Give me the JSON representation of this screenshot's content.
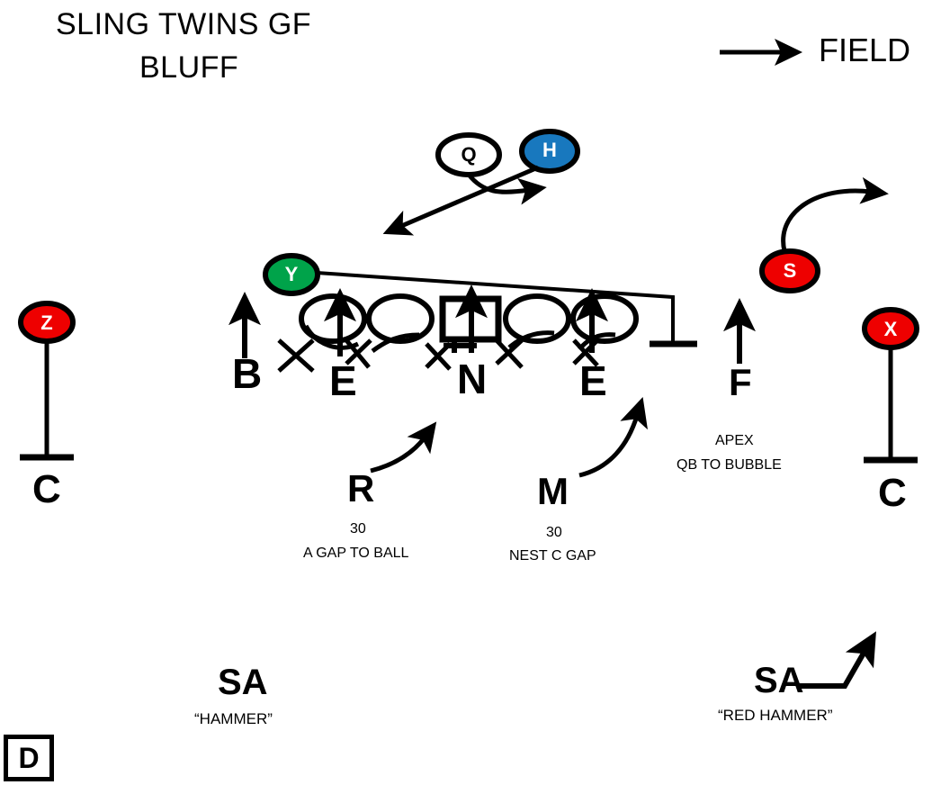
{
  "title": {
    "line1": "SLING TWINS GF",
    "line2": "BLUFF"
  },
  "direction": {
    "label": "FIELD",
    "arrow_icon": "arrow-right-icon"
  },
  "offense": {
    "players": [
      {
        "id": "Q",
        "label": "Q",
        "fill": "#ffffff",
        "text_color": "#000000",
        "role": "quarterback"
      },
      {
        "id": "H",
        "label": "H",
        "fill": "#1878be",
        "text_color": "#ffffff",
        "role": "h-back"
      },
      {
        "id": "Y",
        "label": "Y",
        "fill": "#00a34a",
        "text_color": "#ffffff",
        "role": "tight-end"
      },
      {
        "id": "Z",
        "label": "Z",
        "fill": "#ee0000",
        "text_color": "#ffffff",
        "role": "z-receiver"
      },
      {
        "id": "X",
        "label": "X",
        "fill": "#ee0000",
        "text_color": "#ffffff",
        "role": "x-receiver"
      },
      {
        "id": "S",
        "label": "S",
        "fill": "#ee0000",
        "text_color": "#ffffff",
        "role": "slot-receiver"
      }
    ],
    "line_positions": [
      "tackle",
      "guard",
      "center",
      "guard",
      "tackle"
    ],
    "block_labels": [
      {
        "id": "block-left-c",
        "label": "C"
      },
      {
        "id": "block-right-c",
        "label": "C"
      }
    ]
  },
  "defense": {
    "front": [
      {
        "id": "B",
        "label": "B"
      },
      {
        "id": "E-left",
        "label": "E"
      },
      {
        "id": "N",
        "label": "N"
      },
      {
        "id": "E-right",
        "label": "E"
      }
    ],
    "linebackers": [
      {
        "id": "R",
        "label": "R",
        "depth": "30",
        "assignment": "A GAP TO BALL"
      },
      {
        "id": "M",
        "label": "M",
        "depth": "30",
        "assignment": "NEST C GAP"
      },
      {
        "id": "F",
        "label": "F",
        "depth": "APEX",
        "assignment": "QB TO BUBBLE"
      }
    ],
    "safeties": [
      {
        "id": "SA-left",
        "label": "SA",
        "call": "“HAMMER”"
      },
      {
        "id": "SA-right",
        "label": "SA",
        "call": "“RED HAMMER”"
      }
    ]
  },
  "corner_tag": {
    "label": "D"
  },
  "colors": {
    "red": "#ee0000",
    "blue": "#1878be",
    "green": "#00a34a",
    "white": "#ffffff",
    "black": "#000000"
  }
}
